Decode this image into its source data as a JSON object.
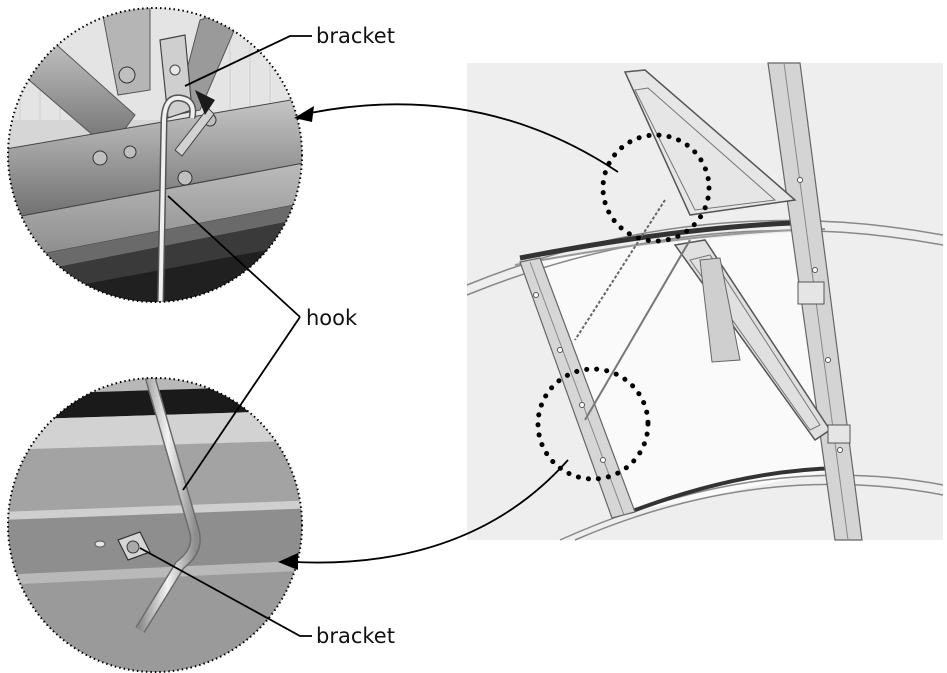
{
  "labels": {
    "bracket_top": "bracket",
    "hook": "hook",
    "bracket_bottom": "bracket"
  },
  "colors": {
    "line": "#000000",
    "metal_light": "#d9d9d9",
    "metal_mid": "#a8a8a8",
    "metal_dark": "#5a5a5a",
    "frame_black": "#1e1e1e",
    "panel_bg": "#eeeeee"
  }
}
